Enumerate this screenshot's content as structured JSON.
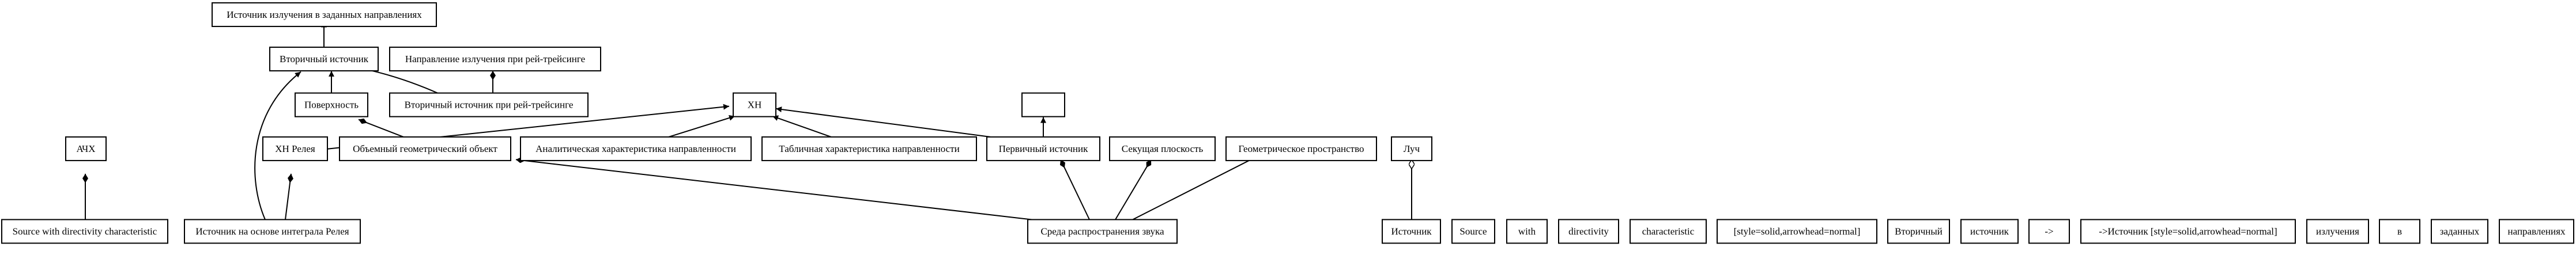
{
  "nodes": {
    "source_directions": "Источник излучения в заданных направлениях",
    "secondary_source": "Вторичный источник",
    "ray_direction": "Направление излучения при рей-трейсинге",
    "surface": "Поверхность",
    "secondary_ray": "Вторичный источник при рей-трейсинге",
    "xh": "ХН",
    "empty_box": "",
    "achx": "АЧХ",
    "xh_rayleigh": "ХН Релея",
    "volume_object": "Объемный геометрический объект",
    "analytic_char": "Аналитическая характеристика направленности",
    "table_char": "Табличная характеристика направленности",
    "primary_source": "Первичный источник",
    "secant_plane": "Секущая плоскость",
    "geom_space": "Геометрическое пространство",
    "ray": "Луч",
    "source_directivity": "Source with directivity characteristic",
    "rayleigh_source": "Источник на основе интеграла Релея",
    "medium": "Среда распространения звука",
    "t_source_ru": "Источник",
    "t_source": "Source",
    "t_with": "with",
    "t_directivity": "directivity",
    "t_characteristic": "characteristic",
    "t_style": "[style=solid,arrowhead=normal]",
    "t_secondary": "Вторичный",
    "t_source2": "источник",
    "t_arrow": "->",
    "t_arrow_source": "->Источник [style=solid,arrowhead=normal]",
    "t_radiation": "излучения",
    "t_in": "в",
    "t_given": "заданных",
    "t_directions": "направлениях"
  },
  "colors": {
    "stroke": "#000000",
    "fill": "#ffffff",
    "background": "#ffffff"
  },
  "arrowheads": {
    "normal": "filled-triangle",
    "diamond": "filled-diamond",
    "odiamond": "open-diamond"
  }
}
